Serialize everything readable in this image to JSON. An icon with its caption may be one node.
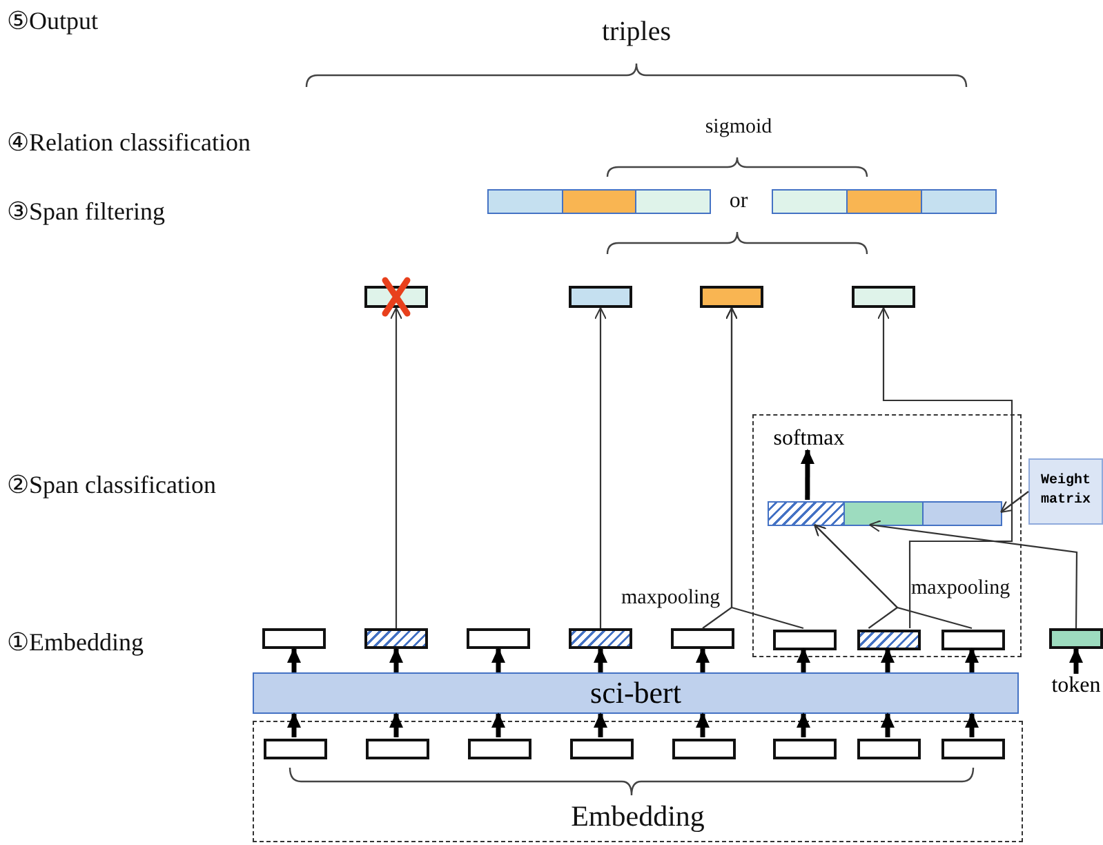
{
  "diagram": {
    "nodes": [
      {
        "text": [],
        "shape": "bar"
      },
      {
        "text": [],
        "shape": "bar"
      },
      {
        "text": [],
        "shape": "box"
      },
      {
        "text": [],
        "shape": "box"
      },
      {
        "text": [],
        "shape": "box"
      },
      {
        "text": [],
        "shape": "box"
      },
      {
        "text": [],
        "shape": "box"
      },
      {
        "text": [
          "softmax"
        ],
        "in": 6
      },
      {
        "text": [],
        "shape": "bar",
        "in": 6
      },
      {
        "text": [
          "Weight matrix"
        ]
      },
      {
        "text": [],
        "shape": "box"
      },
      {
        "text": [],
        "shape": "box"
      },
      {
        "text": [],
        "shape": "box"
      },
      {
        "text": [],
        "shape": "box"
      },
      {
        "text": [],
        "shape": "box"
      },
      {
        "text": [],
        "shape": "box",
        "in": 6
      },
      {
        "text": [],
        "shape": "box",
        "in": 6
      },
      {
        "text": [],
        "shape": "box",
        "in": 6
      },
      {
        "text": [],
        "shape": "box"
      },
      {
        "text": [
          "token"
        ]
      },
      {
        "text": [
          "sci-bert"
        ]
      },
      {
        "text": [
          "Embedding"
        ]
      },
      {
        "text": [],
        "shape": "box",
        "in": 21
      },
      {
        "text": [],
        "shape": "box",
        "in": 21
      },
      {
        "text": [],
        "shape": "box",
        "in": 21
      },
      {
        "text": [],
        "shape": "box",
        "in": 21
      },
      {
        "text": [],
        "shape": "box",
        "in": 21
      },
      {
        "text": [],
        "shape": "box",
        "in": 21
      },
      {
        "text": [],
        "shape": "box",
        "in": 21
      },
      {
        "text": [],
        "shape": "box",
        "in": 21
      }
    ],
    "edges": [
      {
        "from": 22,
        "to": 20,
        "arrow": "to"
      },
      {
        "from": 23,
        "to": 20,
        "arrow": "to"
      },
      {
        "from": 24,
        "to": 20,
        "arrow": "to"
      },
      {
        "from": 25,
        "to": 20,
        "arrow": "to"
      },
      {
        "from": 26,
        "to": 20,
        "arrow": "to"
      },
      {
        "from": 27,
        "to": 20,
        "arrow": "to"
      },
      {
        "from": 28,
        "to": 20,
        "arrow": "to"
      },
      {
        "from": 29,
        "to": 20,
        "arrow": "to"
      },
      {
        "from": 20,
        "to": 10,
        "arrow": "to"
      },
      {
        "from": 20,
        "to": 11,
        "arrow": "to"
      },
      {
        "from": 20,
        "to": 12,
        "arrow": "to"
      },
      {
        "from": 20,
        "to": 13,
        "arrow": "to"
      },
      {
        "from": 20,
        "to": 14,
        "arrow": "to"
      },
      {
        "from": 20,
        "to": 15,
        "arrow": "to"
      },
      {
        "from": 20,
        "to": 16,
        "arrow": "to"
      },
      {
        "from": 20,
        "to": 17,
        "arrow": "to"
      },
      {
        "from": 19,
        "to": 18,
        "arrow": "to"
      },
      {
        "from": 11,
        "to": 2,
        "arrow": "to"
      },
      {
        "from": 13,
        "to": 3,
        "arrow": "to"
      },
      {
        "from": 14,
        "to": 4,
        "arrow": "to"
      },
      {
        "from": 15,
        "to": 4,
        "arrow": "to"
      },
      {
        "from": 16,
        "to": 5,
        "arrow": "to"
      },
      {
        "from": 16,
        "to": 8,
        "arrow": "to"
      },
      {
        "from": 17,
        "to": 8,
        "arrow": "to"
      },
      {
        "from": 18,
        "to": 8,
        "arrow": "to"
      },
      {
        "from": 9,
        "to": 8,
        "arrow": "to"
      },
      {
        "from": 8,
        "to": 7,
        "arrow": "to"
      }
    ],
    "labels": [
      "⑤Output",
      "triples",
      "④Relation classification",
      "sigmoid",
      "③Span filtering",
      "or",
      "②Span classification",
      "maxpooling",
      "maxpooling",
      "①Embedding"
    ]
  }
}
